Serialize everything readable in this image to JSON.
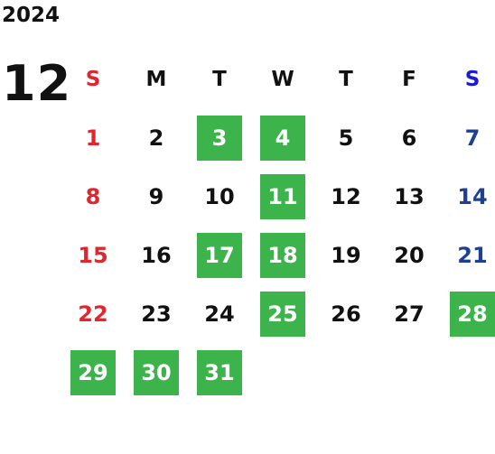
{
  "calendar": {
    "year": "2024",
    "month": "12",
    "weekdays": [
      "S",
      "M",
      "T",
      "W",
      "T",
      "F",
      "S"
    ],
    "highlight_color": "#3cb44b",
    "sunday_color": "#e0262e",
    "saturday_color": "#1f3f92",
    "weeks": [
      [
        {
          "day": "1",
          "highlighted": false
        },
        {
          "day": "2",
          "highlighted": false
        },
        {
          "day": "3",
          "highlighted": true
        },
        {
          "day": "4",
          "highlighted": true
        },
        {
          "day": "5",
          "highlighted": false
        },
        {
          "day": "6",
          "highlighted": false
        },
        {
          "day": "7",
          "highlighted": false
        }
      ],
      [
        {
          "day": "8",
          "highlighted": false
        },
        {
          "day": "9",
          "highlighted": false
        },
        {
          "day": "10",
          "highlighted": false
        },
        {
          "day": "11",
          "highlighted": true
        },
        {
          "day": "12",
          "highlighted": false
        },
        {
          "day": "13",
          "highlighted": false
        },
        {
          "day": "14",
          "highlighted": false
        }
      ],
      [
        {
          "day": "15",
          "highlighted": false
        },
        {
          "day": "16",
          "highlighted": false
        },
        {
          "day": "17",
          "highlighted": true
        },
        {
          "day": "18",
          "highlighted": true
        },
        {
          "day": "19",
          "highlighted": false
        },
        {
          "day": "20",
          "highlighted": false
        },
        {
          "day": "21",
          "highlighted": false
        }
      ],
      [
        {
          "day": "22",
          "highlighted": false
        },
        {
          "day": "23",
          "highlighted": false
        },
        {
          "day": "24",
          "highlighted": false
        },
        {
          "day": "25",
          "highlighted": true
        },
        {
          "day": "26",
          "highlighted": false
        },
        {
          "day": "27",
          "highlighted": false
        },
        {
          "day": "28",
          "highlighted": true
        }
      ],
      [
        {
          "day": "29",
          "highlighted": true
        },
        {
          "day": "30",
          "highlighted": true
        },
        {
          "day": "31",
          "highlighted": true
        },
        {
          "day": "",
          "highlighted": false
        },
        {
          "day": "",
          "highlighted": false
        },
        {
          "day": "",
          "highlighted": false
        },
        {
          "day": "",
          "highlighted": false
        }
      ]
    ]
  }
}
